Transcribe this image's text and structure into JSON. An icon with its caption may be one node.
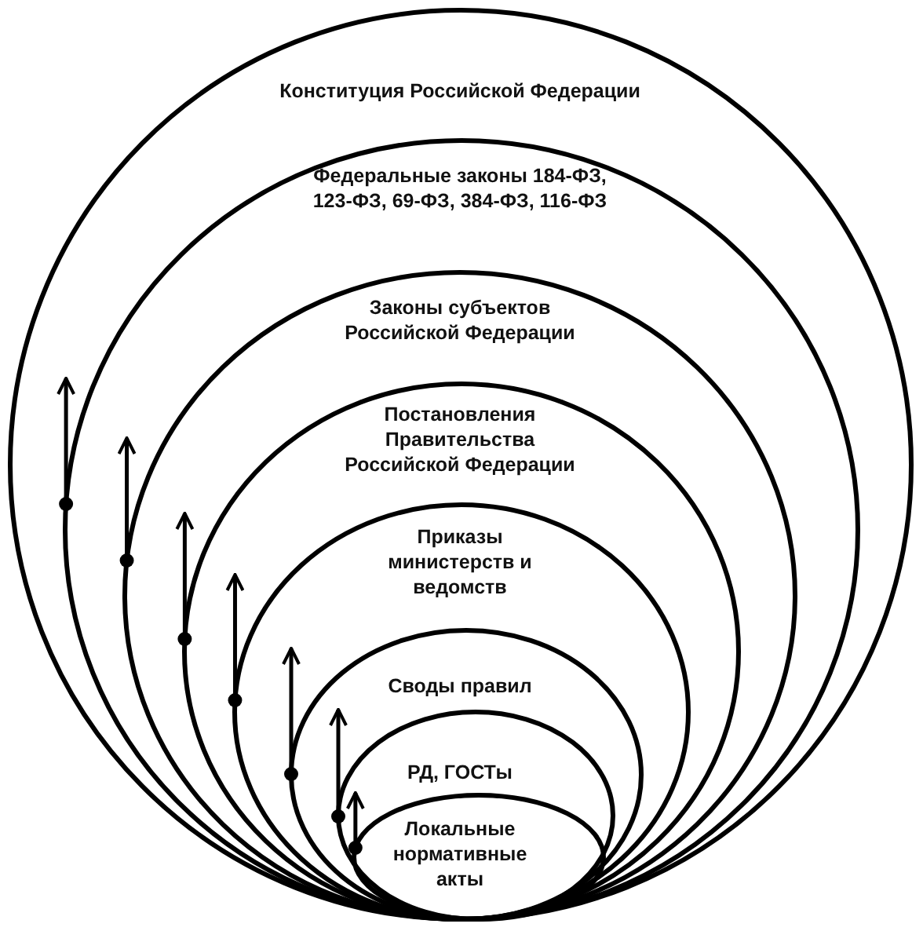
{
  "diagram": {
    "nodes": [
      {
        "text": [
          "Конституция Российской Федерации"
        ]
      },
      {
        "text": [
          "Федеральные законы 184-ФЗ, 123-ФЗ, 69-ФЗ, 384-ФЗ, 116-ФЗ"
        ],
        "in": 0
      },
      {
        "text": [
          "Законы субъектов Российской Федерации"
        ],
        "in": 1
      },
      {
        "text": [
          "Постановления Правительства Российской Федерации"
        ],
        "in": 2
      },
      {
        "text": [
          "Приказы министерств и ведомств"
        ],
        "in": 3
      },
      {
        "text": [
          "Своды правил"
        ],
        "in": 4
      },
      {
        "text": [
          "РД, ГОСТы"
        ],
        "in": 5
      },
      {
        "text": [
          "Локальные нормативные акты"
        ],
        "in": 6
      }
    ],
    "edges": [
      {
        "from": 1,
        "to": 0,
        "arrow": "to"
      },
      {
        "from": 2,
        "to": 1,
        "arrow": "to"
      },
      {
        "from": 3,
        "to": 2,
        "arrow": "to"
      },
      {
        "from": 4,
        "to": 3,
        "arrow": "to"
      },
      {
        "from": 5,
        "to": 4,
        "arrow": "to"
      },
      {
        "from": 6,
        "to": 5,
        "arrow": "to"
      },
      {
        "from": 7,
        "to": 6,
        "arrow": "to"
      }
    ]
  }
}
